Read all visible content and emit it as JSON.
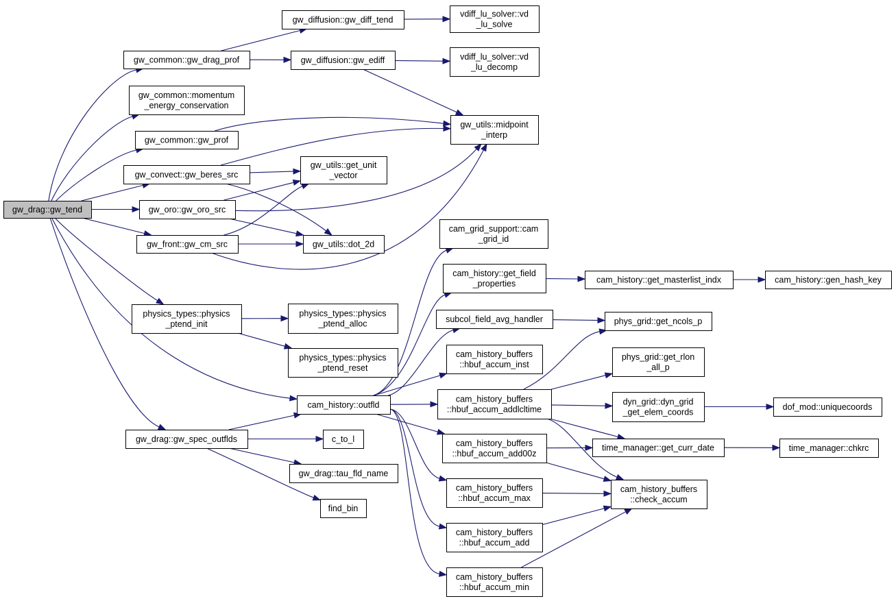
{
  "colors": {
    "edge": "#191970",
    "root_fill": "#bfbfbf",
    "node_fill": "#ffffff",
    "node_border": "#000000"
  },
  "nodes": [
    {
      "id": "gw_tend",
      "lines": [
        "gw_drag::gw_tend"
      ],
      "root": true
    },
    {
      "id": "gw_drag_prof",
      "lines": [
        "gw_common::gw_drag_prof"
      ]
    },
    {
      "id": "momentum",
      "lines": [
        "gw_common::momentum",
        "_energy_conservation"
      ]
    },
    {
      "id": "gw_prof",
      "lines": [
        "gw_common::gw_prof"
      ]
    },
    {
      "id": "gw_beres_src",
      "lines": [
        "gw_convect::gw_beres_src"
      ]
    },
    {
      "id": "gw_oro_src",
      "lines": [
        "gw_oro::gw_oro_src"
      ]
    },
    {
      "id": "gw_cm_src",
      "lines": [
        "gw_front::gw_cm_src"
      ]
    },
    {
      "id": "ptend_init",
      "lines": [
        "physics_types::physics",
        "_ptend_init"
      ]
    },
    {
      "id": "gw_spec_outflds",
      "lines": [
        "gw_drag::gw_spec_outflds"
      ]
    },
    {
      "id": "gw_diff_tend",
      "lines": [
        "gw_diffusion::gw_diff_tend"
      ]
    },
    {
      "id": "gw_ediff",
      "lines": [
        "gw_diffusion::gw_ediff"
      ]
    },
    {
      "id": "midpoint_interp",
      "lines": [
        "gw_utils::midpoint",
        "_interp"
      ]
    },
    {
      "id": "get_unit_vector",
      "lines": [
        "gw_utils::get_unit",
        "_vector"
      ]
    },
    {
      "id": "dot_2d",
      "lines": [
        "gw_utils::dot_2d"
      ]
    },
    {
      "id": "vd_lu_solve",
      "lines": [
        "vdiff_lu_solver::vd",
        "_lu_solve"
      ]
    },
    {
      "id": "vd_lu_decomp",
      "lines": [
        "vdiff_lu_solver::vd",
        "_lu_decomp"
      ]
    },
    {
      "id": "ptend_alloc",
      "lines": [
        "physics_types::physics",
        "_ptend_alloc"
      ]
    },
    {
      "id": "ptend_reset",
      "lines": [
        "physics_types::physics",
        "_ptend_reset"
      ]
    },
    {
      "id": "outfld",
      "lines": [
        "cam_history::outfld"
      ]
    },
    {
      "id": "c_to_l",
      "lines": [
        "c_to_l"
      ]
    },
    {
      "id": "tau_fld_name",
      "lines": [
        "gw_drag::tau_fld_name"
      ]
    },
    {
      "id": "find_bin",
      "lines": [
        "find_bin"
      ]
    },
    {
      "id": "cam_grid_id",
      "lines": [
        "cam_grid_support::cam",
        "_grid_id"
      ]
    },
    {
      "id": "get_field_properties",
      "lines": [
        "cam_history::get_field",
        "_properties"
      ]
    },
    {
      "id": "subcol_handler",
      "lines": [
        "subcol_field_avg_handler"
      ]
    },
    {
      "id": "hbuf_accum_inst",
      "lines": [
        "cam_history_buffers",
        "::hbuf_accum_inst"
      ]
    },
    {
      "id": "hbuf_accum_addlcltime",
      "lines": [
        "cam_history_buffers",
        "::hbuf_accum_addlcltime"
      ]
    },
    {
      "id": "hbuf_accum_add00z",
      "lines": [
        "cam_history_buffers",
        "::hbuf_accum_add00z"
      ]
    },
    {
      "id": "hbuf_accum_max",
      "lines": [
        "cam_history_buffers",
        "::hbuf_accum_max"
      ]
    },
    {
      "id": "hbuf_accum_add",
      "lines": [
        "cam_history_buffers",
        "::hbuf_accum_add"
      ]
    },
    {
      "id": "hbuf_accum_min",
      "lines": [
        "cam_history_buffers",
        "::hbuf_accum_min"
      ]
    },
    {
      "id": "get_masterlist_indx",
      "lines": [
        "cam_history::get_masterlist_indx"
      ]
    },
    {
      "id": "gen_hash_key",
      "lines": [
        "cam_history::gen_hash_key"
      ]
    },
    {
      "id": "get_ncols_p",
      "lines": [
        "phys_grid::get_ncols_p"
      ]
    },
    {
      "id": "get_rlon_all_p",
      "lines": [
        "phys_grid::get_rlon",
        "_all_p"
      ]
    },
    {
      "id": "dyn_grid_coords",
      "lines": [
        "dyn_grid::dyn_grid",
        "_get_elem_coords"
      ]
    },
    {
      "id": "uniquecoords",
      "lines": [
        "dof_mod::uniquecoords"
      ]
    },
    {
      "id": "get_curr_date",
      "lines": [
        "time_manager::get_curr_date"
      ]
    },
    {
      "id": "chkrc",
      "lines": [
        "time_manager::chkrc"
      ]
    },
    {
      "id": "check_accum",
      "lines": [
        "cam_history_buffers",
        "::check_accum"
      ]
    }
  ],
  "edges": [
    [
      "gw_tend",
      "gw_drag_prof"
    ],
    [
      "gw_tend",
      "momentum"
    ],
    [
      "gw_tend",
      "gw_prof"
    ],
    [
      "gw_tend",
      "gw_beres_src"
    ],
    [
      "gw_tend",
      "gw_oro_src"
    ],
    [
      "gw_tend",
      "gw_cm_src"
    ],
    [
      "gw_tend",
      "ptend_init"
    ],
    [
      "gw_tend",
      "outfld"
    ],
    [
      "gw_tend",
      "gw_spec_outflds"
    ],
    [
      "gw_drag_prof",
      "gw_diff_tend"
    ],
    [
      "gw_drag_prof",
      "gw_ediff"
    ],
    [
      "gw_diff_tend",
      "vd_lu_solve"
    ],
    [
      "gw_ediff",
      "vd_lu_decomp"
    ],
    [
      "gw_ediff",
      "midpoint_interp"
    ],
    [
      "gw_prof",
      "midpoint_interp"
    ],
    [
      "gw_beres_src",
      "midpoint_interp"
    ],
    [
      "gw_beres_src",
      "get_unit_vector"
    ],
    [
      "gw_beres_src",
      "dot_2d"
    ],
    [
      "gw_oro_src",
      "midpoint_interp"
    ],
    [
      "gw_oro_src",
      "get_unit_vector"
    ],
    [
      "gw_oro_src",
      "dot_2d"
    ],
    [
      "gw_cm_src",
      "get_unit_vector"
    ],
    [
      "gw_cm_src",
      "dot_2d"
    ],
    [
      "gw_cm_src",
      "midpoint_interp"
    ],
    [
      "ptend_init",
      "ptend_alloc"
    ],
    [
      "ptend_init",
      "ptend_reset"
    ],
    [
      "gw_spec_outflds",
      "outfld"
    ],
    [
      "gw_spec_outflds",
      "c_to_l"
    ],
    [
      "gw_spec_outflds",
      "tau_fld_name"
    ],
    [
      "gw_spec_outflds",
      "find_bin"
    ],
    [
      "outfld",
      "cam_grid_id"
    ],
    [
      "outfld",
      "get_field_properties"
    ],
    [
      "outfld",
      "subcol_handler"
    ],
    [
      "outfld",
      "hbuf_accum_inst"
    ],
    [
      "outfld",
      "hbuf_accum_addlcltime"
    ],
    [
      "outfld",
      "hbuf_accum_add00z"
    ],
    [
      "outfld",
      "hbuf_accum_max"
    ],
    [
      "outfld",
      "hbuf_accum_add"
    ],
    [
      "outfld",
      "hbuf_accum_min"
    ],
    [
      "get_field_properties",
      "get_masterlist_indx"
    ],
    [
      "get_masterlist_indx",
      "gen_hash_key"
    ],
    [
      "subcol_handler",
      "get_ncols_p"
    ],
    [
      "hbuf_accum_addlcltime",
      "get_ncols_p"
    ],
    [
      "hbuf_accum_addlcltime",
      "get_rlon_all_p"
    ],
    [
      "hbuf_accum_addlcltime",
      "dyn_grid_coords"
    ],
    [
      "hbuf_accum_addlcltime",
      "get_curr_date"
    ],
    [
      "hbuf_accum_addlcltime",
      "check_accum"
    ],
    [
      "dyn_grid_coords",
      "uniquecoords"
    ],
    [
      "hbuf_accum_add00z",
      "get_curr_date"
    ],
    [
      "hbuf_accum_add00z",
      "check_accum"
    ],
    [
      "get_curr_date",
      "chkrc"
    ],
    [
      "hbuf_accum_max",
      "check_accum"
    ],
    [
      "hbuf_accum_add",
      "check_accum"
    ],
    [
      "hbuf_accum_min",
      "check_accum"
    ]
  ]
}
